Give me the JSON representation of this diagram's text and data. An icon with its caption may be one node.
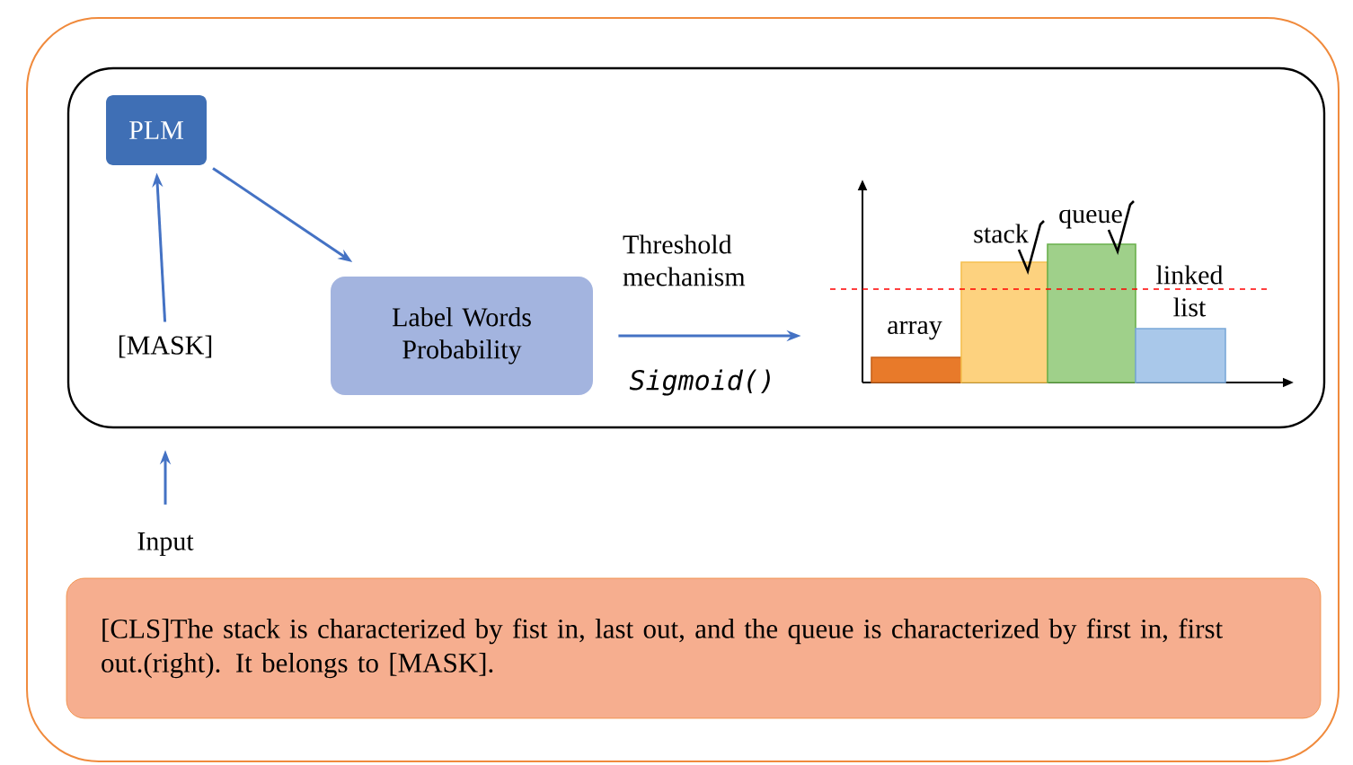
{
  "diagram": {
    "nodes": [
      {
        "text": [],
        "shape": "box"
      },
      {
        "text": [],
        "shape": "box",
        "in": 0
      },
      {
        "text": [
          "PLM"
        ],
        "in": 1
      },
      {
        "text": [
          "[MASK]"
        ],
        "in": 1
      },
      {
        "text": [
          "Label Words Probability"
        ],
        "in": 1
      },
      {
        "text": [
          "array",
          "stack",
          "queue",
          "linked list"
        ],
        "in": 1
      },
      {
        "text": [
          "Input"
        ],
        "in": 0
      },
      {
        "text": [
          "[CLS]The stack is characterized by fist in, last out, and the queue is characterized by first in, first out.(right). It belongs to [MASK]."
        ],
        "in": 0
      }
    ],
    "edges": [
      {
        "from": 3,
        "to": 2,
        "arrow": "to"
      },
      {
        "from": 2,
        "to": 4,
        "arrow": "to"
      },
      {
        "from": 4,
        "to": 5,
        "arrow": "to",
        "label": "Threshold mechanism"
      },
      {
        "from": 6,
        "to": 1,
        "arrow": "to"
      }
    ],
    "labels": [
      "Sigmoid()"
    ]
  }
}
